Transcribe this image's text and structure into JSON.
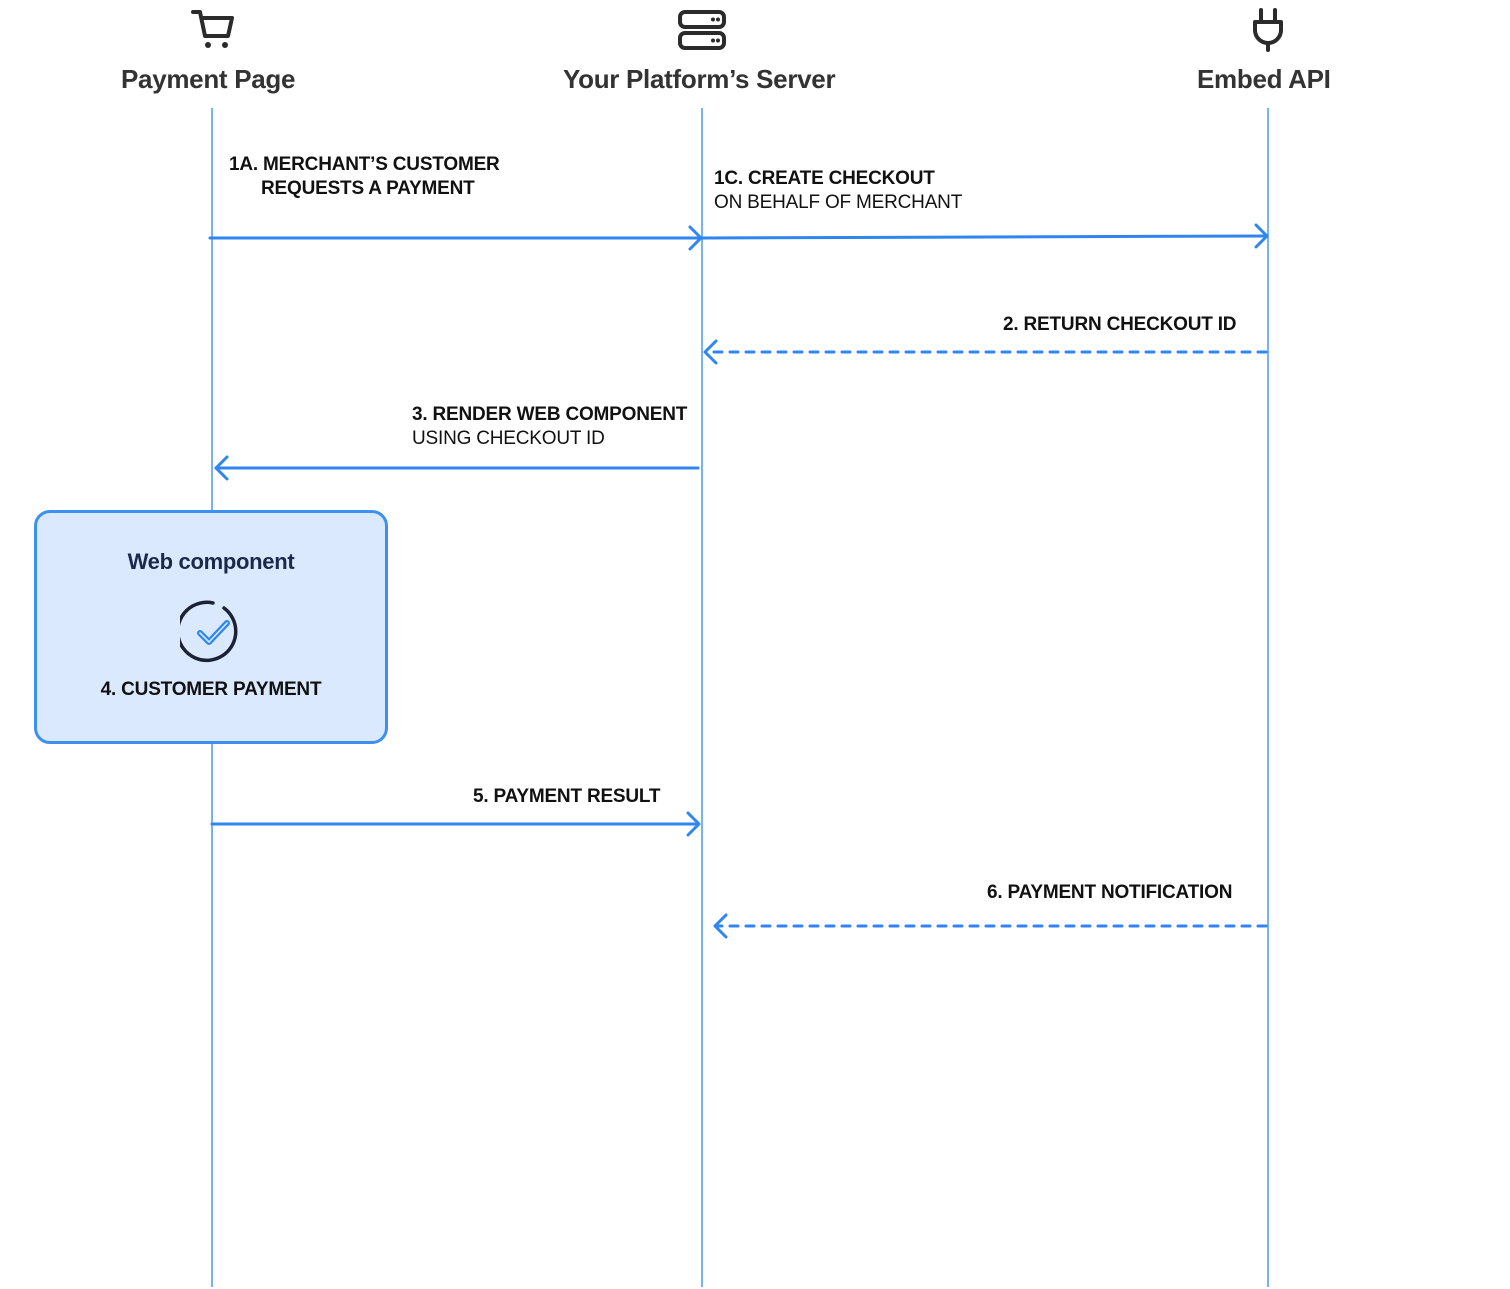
{
  "actors": [
    {
      "name": "Payment Page",
      "icon": "cart-icon"
    },
    {
      "name": "Your Platform’s Server",
      "icon": "server-icon"
    },
    {
      "name": "Embed API",
      "icon": "plug-icon"
    }
  ],
  "messages": {
    "m1a": {
      "line1": "1A. MERCHANT’S CUSTOMER",
      "line2": "REQUESTS A PAYMENT"
    },
    "m1c": {
      "title": "1C. CREATE CHECKOUT",
      "sub": "ON BEHALF OF MERCHANT"
    },
    "m2": {
      "title": "2. RETURN CHECKOUT ID"
    },
    "m3": {
      "title": "3. RENDER WEB COMPONENT",
      "sub": "USING CHECKOUT ID"
    },
    "m5": {
      "title": "5. PAYMENT RESULT"
    },
    "m6": {
      "title": "6. PAYMENT NOTIFICATION"
    }
  },
  "web_component": {
    "title": "Web component",
    "step": "4. CUSTOMER PAYMENT",
    "icon": "check-circle-icon"
  },
  "colors": {
    "lifeline": "#4a98ee",
    "arrow": "#2f86f0",
    "box_fill": "#dbe9fe",
    "box_border": "#3d8ff0"
  }
}
